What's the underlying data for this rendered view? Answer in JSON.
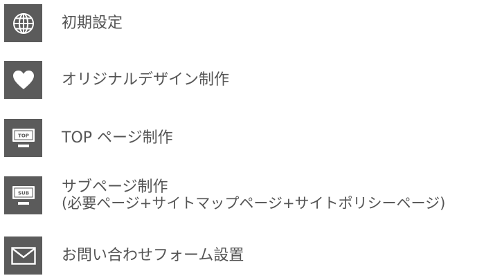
{
  "items": [
    {
      "icon": "globe-icon",
      "label": "初期設定"
    },
    {
      "icon": "heart-icon",
      "label": "オリジナルデザイン制作"
    },
    {
      "icon": "monitor-top-icon",
      "screen_text": "TOP",
      "label": "TOP ページ制作"
    },
    {
      "icon": "monitor-sub-icon",
      "screen_text": "SUB",
      "label": "サブページ制作",
      "sublabel": "(必要ページ+サイトマップページ+サイトポリシーページ)"
    },
    {
      "icon": "envelope-icon",
      "label": "お問い合わせフォーム設置"
    }
  ],
  "colors": {
    "icon_background": "#5b5b5b",
    "icon_foreground": "#ffffff",
    "text": "#555555"
  }
}
